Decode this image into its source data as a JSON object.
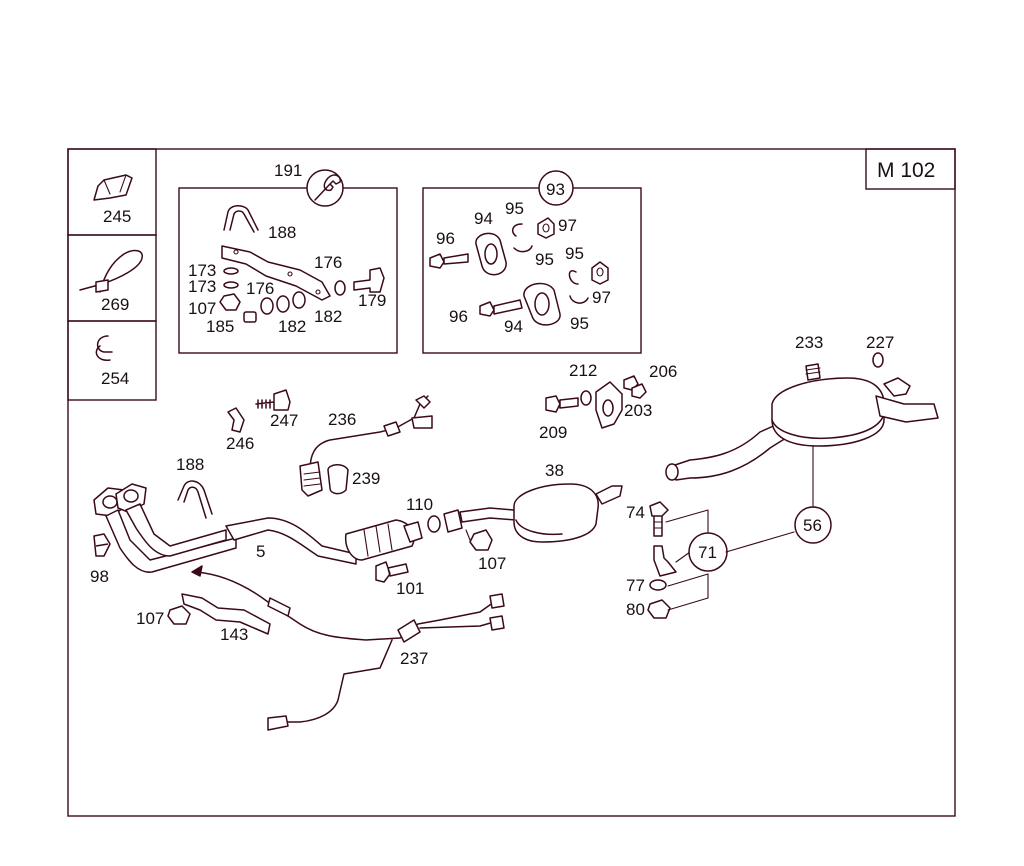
{
  "engine": "M 102",
  "callouts": {
    "c191": "191",
    "c93": "93",
    "c71": "71",
    "c56": "56"
  },
  "side_parts": [
    "245",
    "269",
    "254"
  ],
  "labels": {
    "l188a": "188",
    "l173a": "173",
    "l173b": "173",
    "l176a": "176",
    "l176b": "176",
    "l107a": "107",
    "l185": "185",
    "l182a": "182",
    "l182b": "182",
    "l179": "179",
    "l94a": "94",
    "l95a": "95",
    "l97a": "97",
    "l96a": "96",
    "l95b": "95",
    "l95c": "95",
    "l97b": "97",
    "l96b": "96",
    "l94b": "94",
    "l95d": "95",
    "l233": "233",
    "l227": "227",
    "l212": "212",
    "l206": "206",
    "l209": "209",
    "l203": "203",
    "l247": "247",
    "l246": "246",
    "l236": "236",
    "l239": "239",
    "l188b": "188",
    "l38": "38",
    "l110": "110",
    "l107b": "107",
    "l5": "5",
    "l98": "98",
    "l101": "101",
    "l74": "74",
    "l77": "77",
    "l80": "80",
    "l107c": "107",
    "l143": "143",
    "l237": "237"
  }
}
